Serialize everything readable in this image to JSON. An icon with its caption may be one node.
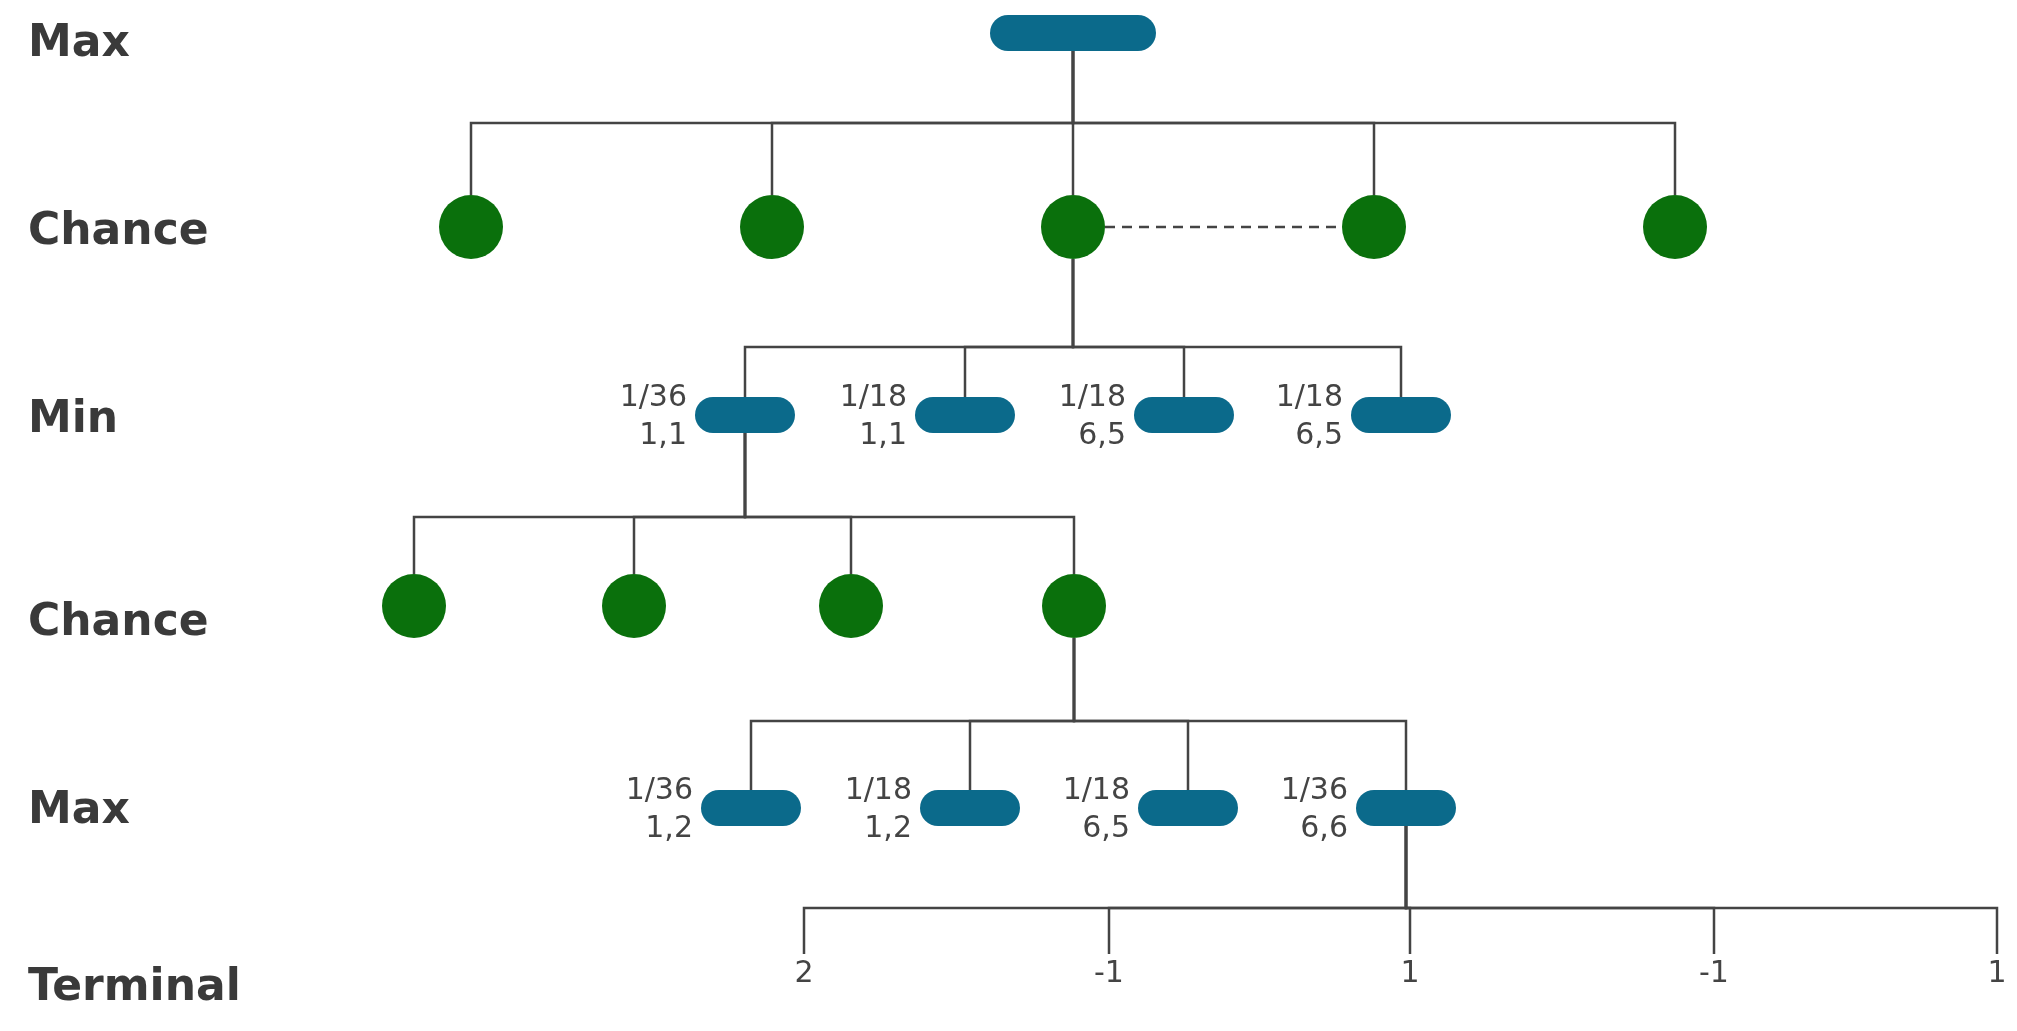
{
  "diagram": {
    "nodes": [
      {
        "text": [],
        "shape": "bar"
      },
      {
        "text": [],
        "shape": "circle"
      },
      {
        "text": [],
        "shape": "circle"
      },
      {
        "text": [],
        "shape": "circle"
      },
      {
        "text": [],
        "shape": "circle"
      },
      {
        "text": [],
        "shape": "circle"
      },
      {
        "text": [],
        "shape": "bar",
        "beside": [
          "1/36 1,1"
        ]
      },
      {
        "text": [],
        "shape": "bar",
        "beside": [
          "1/18 1,1"
        ]
      },
      {
        "text": [],
        "shape": "bar",
        "beside": [
          "1/18 6,5"
        ]
      },
      {
        "text": [],
        "shape": "bar",
        "beside": [
          "1/18 6,5"
        ]
      },
      {
        "text": [],
        "shape": "circle"
      },
      {
        "text": [],
        "shape": "circle"
      },
      {
        "text": [],
        "shape": "circle"
      },
      {
        "text": [],
        "shape": "circle"
      },
      {
        "text": [],
        "shape": "bar",
        "beside": [
          "1/36 1,2"
        ]
      },
      {
        "text": [],
        "shape": "bar",
        "beside": [
          "1/18 1,2"
        ]
      },
      {
        "text": [],
        "shape": "bar",
        "beside": [
          "1/18 6,5"
        ]
      },
      {
        "text": [],
        "shape": "bar",
        "beside": [
          "1/36 6,6"
        ]
      },
      {
        "text": [
          "2"
        ]
      },
      {
        "text": [
          "-1"
        ]
      },
      {
        "text": [
          "1"
        ]
      },
      {
        "text": [
          "-1"
        ]
      },
      {
        "text": [
          "1"
        ]
      }
    ],
    "edges": [
      {
        "from": 0,
        "to": 1,
        "arrow": "none"
      },
      {
        "from": 0,
        "to": 2,
        "arrow": "none"
      },
      {
        "from": 0,
        "to": 3,
        "arrow": "none"
      },
      {
        "from": 0,
        "to": 4,
        "arrow": "none"
      },
      {
        "from": 0,
        "to": 5,
        "arrow": "none"
      },
      {
        "from": 3,
        "to": 4,
        "arrow": "none",
        "style": "dashed"
      },
      {
        "from": 3,
        "to": 6,
        "arrow": "none"
      },
      {
        "from": 3,
        "to": 7,
        "arrow": "none"
      },
      {
        "from": 3,
        "to": 8,
        "arrow": "none"
      },
      {
        "from": 3,
        "to": 9,
        "arrow": "none"
      },
      {
        "from": 6,
        "to": 10,
        "arrow": "none"
      },
      {
        "from": 6,
        "to": 11,
        "arrow": "none"
      },
      {
        "from": 6,
        "to": 12,
        "arrow": "none"
      },
      {
        "from": 6,
        "to": 13,
        "arrow": "none"
      },
      {
        "from": 13,
        "to": 14,
        "arrow": "none"
      },
      {
        "from": 13,
        "to": 15,
        "arrow": "none"
      },
      {
        "from": 13,
        "to": 16,
        "arrow": "none"
      },
      {
        "from": 13,
        "to": 17,
        "arrow": "none"
      },
      {
        "from": 17,
        "to": 18,
        "arrow": "none"
      },
      {
        "from": 17,
        "to": 19,
        "arrow": "none"
      },
      {
        "from": 17,
        "to": 20,
        "arrow": "none"
      },
      {
        "from": 17,
        "to": 21,
        "arrow": "none"
      },
      {
        "from": 17,
        "to": 22,
        "arrow": "none"
      }
    ],
    "labels": [
      "Max",
      "Chance",
      "Min",
      "Chance",
      "Max",
      "Terminal"
    ]
  }
}
